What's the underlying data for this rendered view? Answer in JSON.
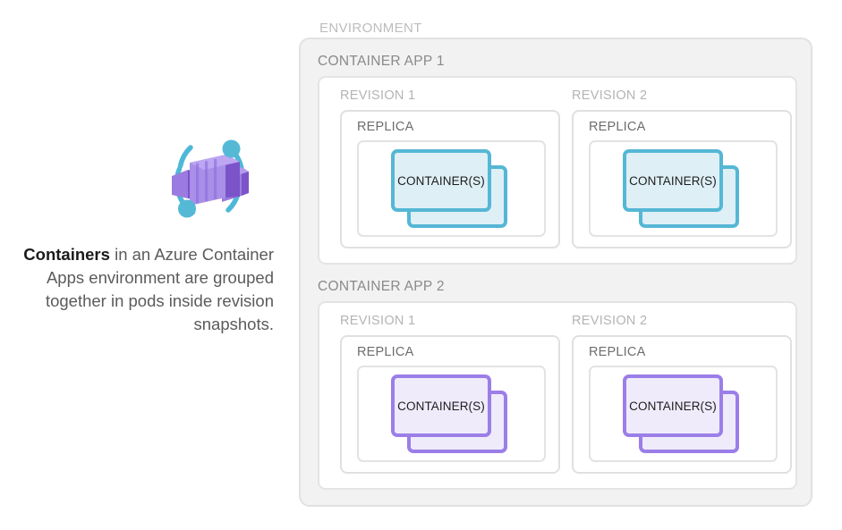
{
  "caption": {
    "bold_lead": "Containers",
    "rest": " in an Azure Container Apps environment are grouped together in pods inside revision snapshots."
  },
  "icon": {
    "name": "azure-container-apps-icon",
    "colors": {
      "orbit": "#4FB8D8",
      "dot": "#55B9D6",
      "box_light": "#A98FE8",
      "box_mid": "#9B7BE0",
      "box_dark": "#7B54C9"
    }
  },
  "diagram": {
    "environment_label": "ENVIRONMENT",
    "colors": {
      "environment_bg": "#f2f2f2",
      "environment_border": "#e2e2e2",
      "app_border": "#e4e4e4",
      "revision_border": "#e0e0e0",
      "replica_border": "#e3e3e3",
      "teal_border": "#55b7d5",
      "teal_fill": "#deeff6",
      "purple_border": "#9b7ee8",
      "purple_fill": "#efebfb"
    },
    "apps": [
      {
        "label": "CONTAINER APP 1",
        "theme": "teal",
        "revisions": [
          {
            "label": "REVISION 1",
            "replica_label": "REPLICA",
            "container_label": "CONTAINER(S)"
          },
          {
            "label": "REVISION 2",
            "replica_label": "REPLICA",
            "container_label": "CONTAINER(S)"
          }
        ]
      },
      {
        "label": "CONTAINER APP 2",
        "theme": "purple",
        "revisions": [
          {
            "label": "REVISION 1",
            "replica_label": "REPLICA",
            "container_label": "CONTAINER(S)"
          },
          {
            "label": "REVISION 2",
            "replica_label": "REPLICA",
            "container_label": "CONTAINER(S)"
          }
        ]
      }
    ]
  }
}
